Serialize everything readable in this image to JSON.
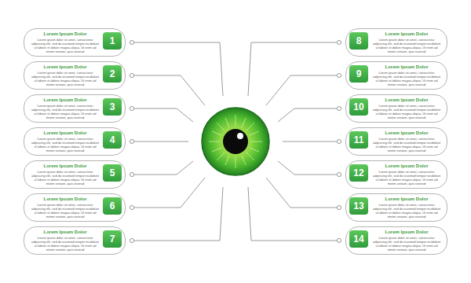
{
  "diagram": {
    "nodes": [
      {
        "text": [
          "Lorem Ipsum Dolor",
          "Lorem ipsum dolor sit amet, consectetur adipiscing elit, sed do eiusmod tempor incididunt ut labore et dolore magna aliqua. Ut enim ad minim veniam, quis nostrud"
        ]
      },
      {
        "text": [
          "1"
        ],
        "in": 0
      },
      {
        "text": [
          "Lorem Ipsum Dolor",
          "Lorem ipsum dolor sit amet, consectetur adipiscing elit, sed do eiusmod tempor incididunt ut labore et dolore magna aliqua. Ut enim ad minim veniam, quis nostrud"
        ]
      },
      {
        "text": [
          "2"
        ],
        "in": 2
      },
      {
        "text": [
          "Lorem Ipsum Dolor",
          "Lorem ipsum dolor sit amet, consectetur adipiscing elit, sed do eiusmod tempor incididunt ut labore et dolore magna aliqua. Ut enim ad minim veniam, quis nostrud"
        ]
      },
      {
        "text": [
          "3"
        ],
        "in": 4
      },
      {
        "text": [
          "Lorem Ipsum Dolor",
          "Lorem ipsum dolor sit amet, consectetur adipiscing elit, sed do eiusmod tempor incididunt ut labore et dolore magna aliqua. Ut enim ad minim veniam, quis nostrud"
        ]
      },
      {
        "text": [
          "4"
        ],
        "in": 6
      },
      {
        "text": [
          "Lorem Ipsum Dolor",
          "Lorem ipsum dolor sit amet, consectetur adipiscing elit, sed do eiusmod tempor incididunt ut labore et dolore magna aliqua. Ut enim ad minim veniam, quis nostrud"
        ]
      },
      {
        "text": [
          "5"
        ],
        "in": 8
      },
      {
        "text": [
          "Lorem Ipsum Dolor",
          "Lorem ipsum dolor sit amet, consectetur adipiscing elit, sed do eiusmod tempor incididunt ut labore et dolore magna aliqua. Ut enim ad minim veniam, quis nostrud"
        ]
      },
      {
        "text": [
          "6"
        ],
        "in": 10
      },
      {
        "text": [
          "Lorem Ipsum Dolor",
          "Lorem ipsum dolor sit amet, consectetur adipiscing elit, sed do eiusmod tempor incididunt ut labore et dolore magna aliqua. Ut enim ad minim veniam, quis nostrud"
        ]
      },
      {
        "text": [
          "7"
        ],
        "in": 12
      },
      {
        "text": [
          "Lorem Ipsum Dolor",
          "Lorem ipsum dolor sit amet, consectetur adipiscing elit, sed do eiusmod tempor incididunt ut labore et dolore magna aliqua. Ut enim ad minim veniam, quis nostrud"
        ]
      },
      {
        "text": [
          "8"
        ],
        "in": 14
      },
      {
        "text": [
          "Lorem Ipsum Dolor",
          "Lorem ipsum dolor sit amet, consectetur adipiscing elit, sed do eiusmod tempor incididunt ut labore et dolore magna aliqua. Ut enim ad minim veniam, quis nostrud"
        ]
      },
      {
        "text": [
          "9"
        ],
        "in": 16
      },
      {
        "text": [
          "Lorem Ipsum Dolor",
          "Lorem ipsum dolor sit amet, consectetur adipiscing elit, sed do eiusmod tempor incididunt ut labore et dolore magna aliqua. Ut enim ad minim veniam, quis nostrud"
        ]
      },
      {
        "text": [
          "10"
        ],
        "in": 18
      },
      {
        "text": [
          "Lorem Ipsum Dolor",
          "Lorem ipsum dolor sit amet, consectetur adipiscing elit, sed do eiusmod tempor incididunt ut labore et dolore magna aliqua. Ut enim ad minim veniam, quis nostrud"
        ]
      },
      {
        "text": [
          "11"
        ],
        "in": 20
      },
      {
        "text": [
          "Lorem Ipsum Dolor",
          "Lorem ipsum dolor sit amet, consectetur adipiscing elit, sed do eiusmod tempor incididunt ut labore et dolore magna aliqua. Ut enim ad minim veniam, quis nostrud"
        ]
      },
      {
        "text": [
          "12"
        ],
        "in": 22
      },
      {
        "text": [
          "Lorem Ipsum Dolor",
          "Lorem ipsum dolor sit amet, consectetur adipiscing elit, sed do eiusmod tempor incididunt ut labore et dolore magna aliqua. Ut enim ad minim veniam, quis nostrud"
        ]
      },
      {
        "text": [
          "13"
        ],
        "in": 24
      },
      {
        "text": [
          "Lorem Ipsum Dolor",
          "Lorem ipsum dolor sit amet, consectetur adipiscing elit, sed do eiusmod tempor incididunt ut labore et dolore magna aliqua. Ut enim ad minim veniam, quis nostrud"
        ]
      },
      {
        "text": [
          "14"
        ],
        "in": 26
      }
    ]
  }
}
